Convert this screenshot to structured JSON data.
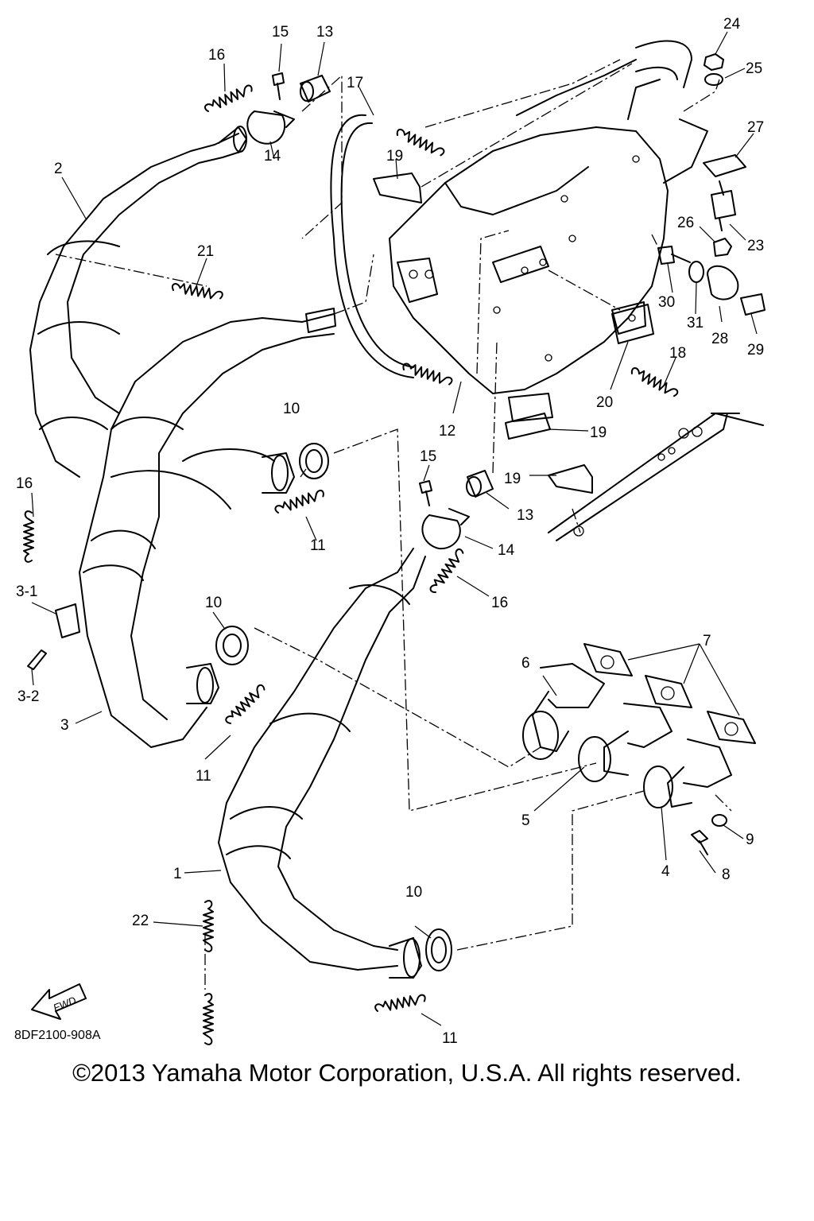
{
  "diagram": {
    "reference_code": "8DF2100-908A",
    "copyright": "©2013 Yamaha Motor Corporation, U.S.A. All rights reserved.",
    "direction_arrow_label": "FWD",
    "callouts": [
      {
        "id": "c1",
        "text": "1"
      },
      {
        "id": "c2",
        "text": "2"
      },
      {
        "id": "c3",
        "text": "3"
      },
      {
        "id": "c3-1",
        "text": "3-1"
      },
      {
        "id": "c3-2",
        "text": "3-2"
      },
      {
        "id": "c4",
        "text": "4"
      },
      {
        "id": "c5",
        "text": "5"
      },
      {
        "id": "c6",
        "text": "6"
      },
      {
        "id": "c7",
        "text": "7"
      },
      {
        "id": "c8",
        "text": "8"
      },
      {
        "id": "c9",
        "text": "9"
      },
      {
        "id": "c10a",
        "text": "10"
      },
      {
        "id": "c10b",
        "text": "10"
      },
      {
        "id": "c10c",
        "text": "10"
      },
      {
        "id": "c11a",
        "text": "11"
      },
      {
        "id": "c11b",
        "text": "11"
      },
      {
        "id": "c11c",
        "text": "11"
      },
      {
        "id": "c12",
        "text": "12"
      },
      {
        "id": "c13a",
        "text": "13"
      },
      {
        "id": "c13b",
        "text": "13"
      },
      {
        "id": "c14a",
        "text": "14"
      },
      {
        "id": "c14b",
        "text": "14"
      },
      {
        "id": "c15a",
        "text": "15"
      },
      {
        "id": "c15b",
        "text": "15"
      },
      {
        "id": "c16a",
        "text": "16"
      },
      {
        "id": "c16b",
        "text": "16"
      },
      {
        "id": "c16c",
        "text": "16"
      },
      {
        "id": "c17",
        "text": "17"
      },
      {
        "id": "c18",
        "text": "18"
      },
      {
        "id": "c19a",
        "text": "19"
      },
      {
        "id": "c19b",
        "text": "19"
      },
      {
        "id": "c19c",
        "text": "19"
      },
      {
        "id": "c20",
        "text": "20"
      },
      {
        "id": "c21",
        "text": "21"
      },
      {
        "id": "c22",
        "text": "22"
      },
      {
        "id": "c23",
        "text": "23"
      },
      {
        "id": "c24",
        "text": "24"
      },
      {
        "id": "c25",
        "text": "25"
      },
      {
        "id": "c26",
        "text": "26"
      },
      {
        "id": "c27",
        "text": "27"
      },
      {
        "id": "c28",
        "text": "28"
      },
      {
        "id": "c29",
        "text": "29"
      },
      {
        "id": "c30",
        "text": "30"
      },
      {
        "id": "c31",
        "text": "31"
      }
    ]
  }
}
